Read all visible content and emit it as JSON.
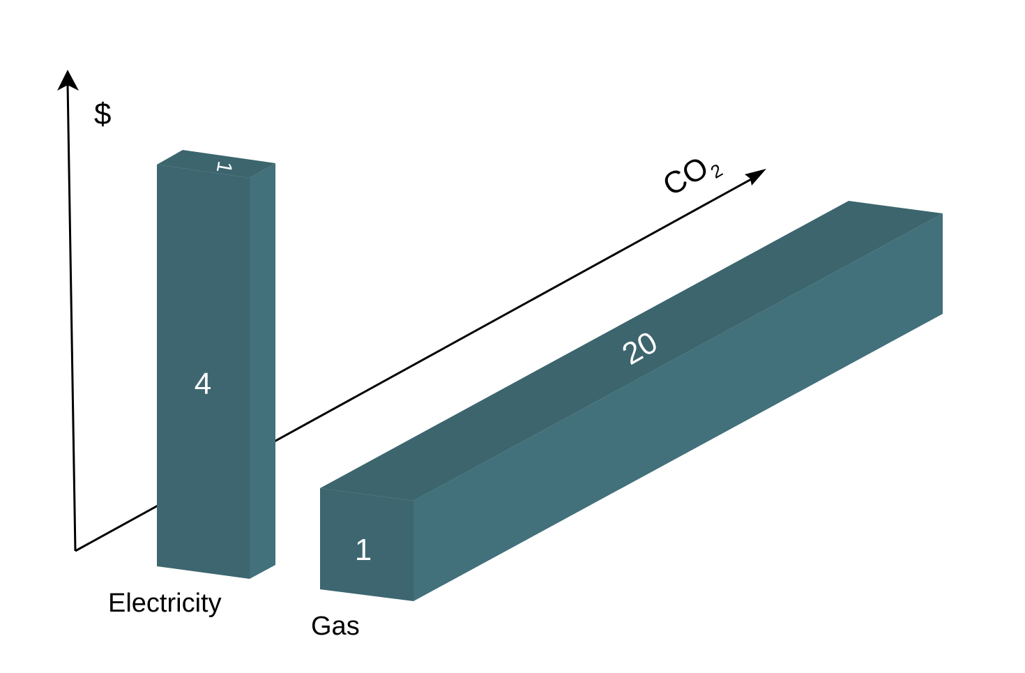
{
  "axes": {
    "y_label": "$",
    "co2_label_main": "CO",
    "co2_label_sub": "2"
  },
  "bars": {
    "electricity": {
      "name": "Electricity",
      "top_value": "1",
      "front_value": "4"
    },
    "gas": {
      "name": "Gas",
      "front_value": "1",
      "top_value": "20"
    }
  },
  "colors": {
    "front": "#3d6670",
    "top": "#3c656e",
    "side": "#42707b",
    "axis": "#000000",
    "label_on_bar": "#ffffff"
  }
}
